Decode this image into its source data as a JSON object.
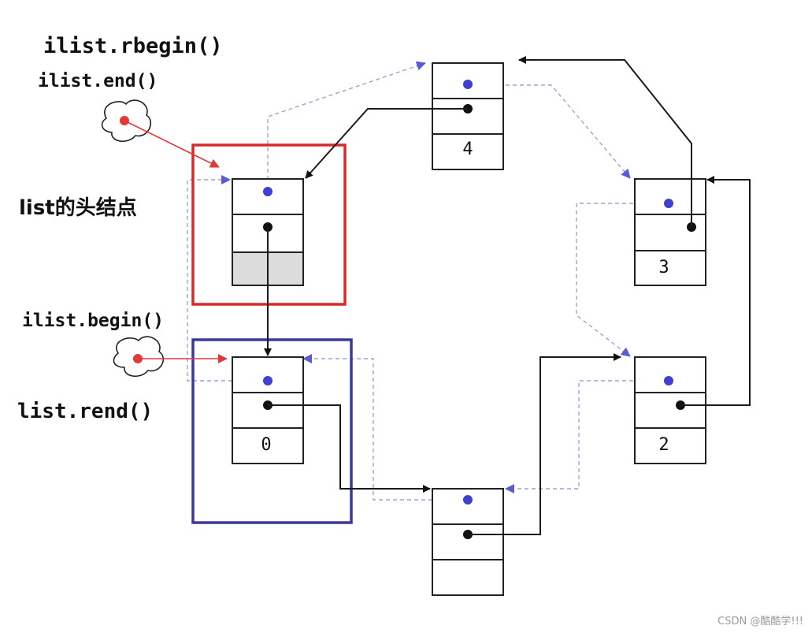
{
  "labels": {
    "rbegin": "ilist.rbegin()",
    "end": "ilist.end()",
    "head": "list的头结点",
    "begin": "ilist.begin()",
    "rend": "list.rend()"
  },
  "nodes": {
    "node4": "4",
    "node3": "3",
    "node2": "2",
    "node0": "0",
    "node1": ""
  },
  "watermark": "CSDN @酷酷学!!!",
  "colors": {
    "head_box": "#d52b2b",
    "rend_box": "#3a3a9c",
    "prev_pointer": "#3f3fd0",
    "next_pointer": "#111111",
    "iterator": "#e23a3a"
  }
}
